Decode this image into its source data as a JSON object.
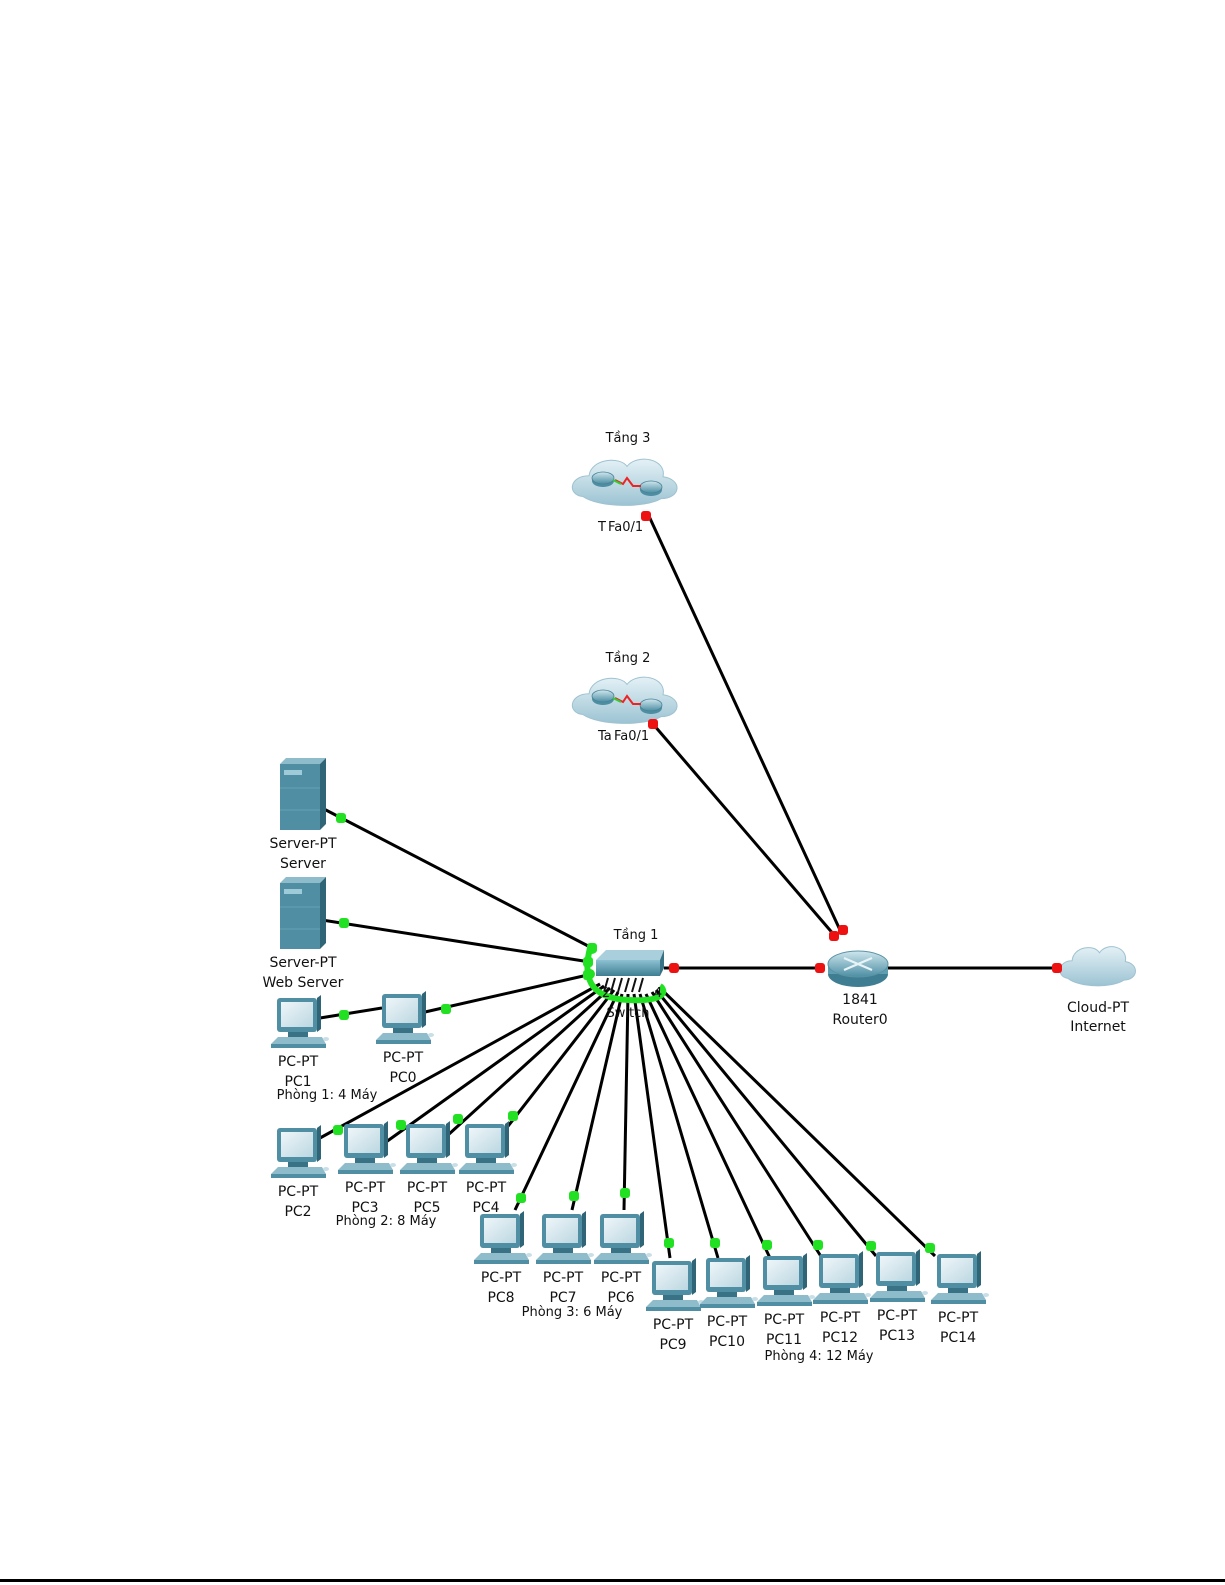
{
  "diagram": {
    "type": "network-topology",
    "colors": {
      "link": "#000000",
      "port_up": "#22e022",
      "port_down": "#ee1111",
      "device_fill": "#5b9bb0",
      "device_dark": "#3a7285",
      "screen": "#d9e9ef",
      "cloud": "#b9d7e3"
    },
    "nodes": [
      {
        "id": "tang3",
        "kind": "cloud-multiuser",
        "title": "Tầng 3",
        "port_label": "Fa0/1",
        "port_prefix": "T"
      },
      {
        "id": "tang2",
        "kind": "cloud-multiuser",
        "title": "Tầng 2",
        "port_label": "Fa0/1",
        "port_prefix": "Ta"
      },
      {
        "id": "switch",
        "kind": "switch",
        "title": "Tầng 1",
        "subtitle": "Switch",
        "port_nums": [
          "2",
          "4"
        ]
      },
      {
        "id": "router0",
        "kind": "router",
        "model": "1841",
        "name": "Router0"
      },
      {
        "id": "internet",
        "kind": "cloud",
        "model": "Cloud-PT",
        "name": "Internet"
      },
      {
        "id": "server",
        "kind": "server",
        "model": "Server-PT",
        "name": "Server"
      },
      {
        "id": "webserver",
        "kind": "server",
        "model": "Server-PT",
        "name": "Web Server"
      },
      {
        "id": "pc1",
        "kind": "pc",
        "model": "PC-PT",
        "name": "PC1"
      },
      {
        "id": "pc0",
        "kind": "pc",
        "model": "PC-PT",
        "name": "PC0"
      },
      {
        "id": "pc2",
        "kind": "pc",
        "model": "PC-PT",
        "name": "PC2"
      },
      {
        "id": "pc3",
        "kind": "pc",
        "model": "PC-PT",
        "name": "PC3"
      },
      {
        "id": "pc5",
        "kind": "pc",
        "model": "PC-PT",
        "name": "PC5"
      },
      {
        "id": "pc4",
        "kind": "pc",
        "model": "PC-PT",
        "name": "PC4"
      },
      {
        "id": "pc8",
        "kind": "pc",
        "model": "PC-PT",
        "name": "PC8"
      },
      {
        "id": "pc7",
        "kind": "pc",
        "model": "PC-PT",
        "name": "PC7"
      },
      {
        "id": "pc6",
        "kind": "pc",
        "model": "PC-PT",
        "name": "PC6"
      },
      {
        "id": "pc9",
        "kind": "pc",
        "model": "PC-PT",
        "name": "PC9"
      },
      {
        "id": "pc10",
        "kind": "pc",
        "model": "PC-PT",
        "name": "PC10"
      },
      {
        "id": "pc11",
        "kind": "pc",
        "model": "PC-PT",
        "name": "PC11"
      },
      {
        "id": "pc12",
        "kind": "pc",
        "model": "PC-PT",
        "name": "PC12"
      },
      {
        "id": "pc13",
        "kind": "pc",
        "model": "PC-PT",
        "name": "PC13"
      },
      {
        "id": "pc14",
        "kind": "pc",
        "model": "PC-PT",
        "name": "PC14"
      }
    ],
    "rooms": [
      {
        "label": "Phòng 1: 4 Máy"
      },
      {
        "label": "Phòng 2: 8 Máy"
      },
      {
        "label": "Phòng 3: 6 Máy"
      },
      {
        "label": "Phòng 4: 12 Máy"
      }
    ],
    "links": [
      {
        "from": "tang3",
        "to": "router0",
        "status": "down"
      },
      {
        "from": "tang2",
        "to": "router0",
        "status": "down"
      },
      {
        "from": "switch",
        "to": "router0",
        "status": "down"
      },
      {
        "from": "router0",
        "to": "internet",
        "status": "down"
      },
      {
        "from": "server",
        "to": "switch",
        "status": "up"
      },
      {
        "from": "webserver",
        "to": "switch",
        "status": "up"
      },
      {
        "from": "pc1",
        "to": "pc0",
        "status": "up"
      },
      {
        "from": "pc0",
        "to": "switch",
        "status": "up"
      },
      {
        "from": "pc2",
        "to": "switch",
        "status": "up"
      },
      {
        "from": "pc3",
        "to": "switch",
        "status": "up"
      },
      {
        "from": "pc5",
        "to": "switch",
        "status": "up"
      },
      {
        "from": "pc4",
        "to": "switch",
        "status": "up"
      },
      {
        "from": "pc8",
        "to": "switch",
        "status": "up"
      },
      {
        "from": "pc7",
        "to": "switch",
        "status": "up"
      },
      {
        "from": "pc6",
        "to": "switch",
        "status": "up"
      },
      {
        "from": "pc9",
        "to": "switch",
        "status": "up"
      },
      {
        "from": "pc10",
        "to": "switch",
        "status": "up"
      },
      {
        "from": "pc11",
        "to": "switch",
        "status": "up"
      },
      {
        "from": "pc12",
        "to": "switch",
        "status": "up"
      },
      {
        "from": "pc13",
        "to": "switch",
        "status": "up"
      },
      {
        "from": "pc14",
        "to": "switch",
        "status": "up"
      }
    ]
  }
}
